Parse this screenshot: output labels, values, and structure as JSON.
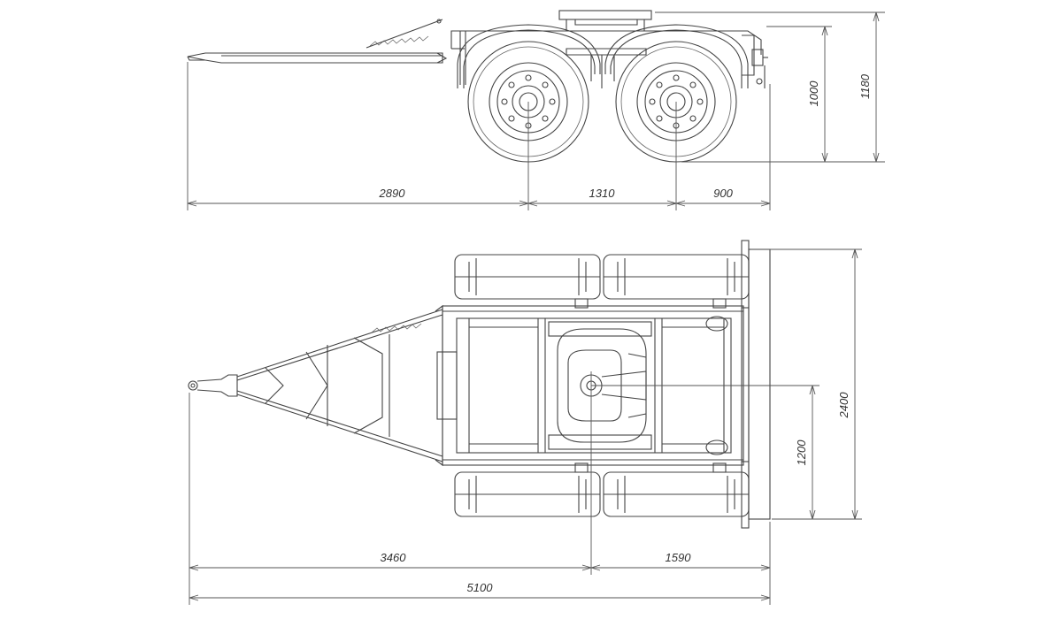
{
  "dimensions": {
    "side_length_front": "2890",
    "side_axle_spacing": "1310",
    "side_length_rear": "900",
    "side_coupling_height": "1000",
    "side_total_height": "1180",
    "top_kingpin_offset": "3460",
    "top_rear_length": "1590",
    "top_total_length": "5100",
    "top_kingpin_lateral": "1200",
    "top_total_width": "2400"
  }
}
